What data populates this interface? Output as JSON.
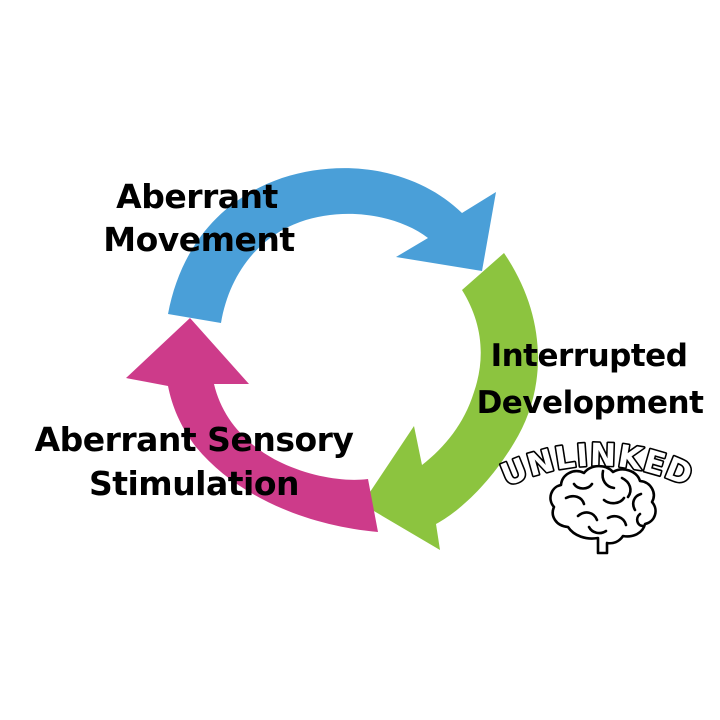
{
  "colors": {
    "blue": "#4a9fd8",
    "green": "#8cc43f",
    "magenta": "#cd3b8a",
    "text": "#000000"
  },
  "cycle": {
    "stage1": {
      "line1": "Aberrant",
      "line2": "Movement"
    },
    "stage2": {
      "line1": "Interrupted",
      "line2": "Development"
    },
    "stage3": {
      "line1": "Aberrant Sensory",
      "line2": "Stimulation"
    }
  },
  "logo": {
    "wordmark": "UNLINKED",
    "icon": "brain-icon"
  }
}
